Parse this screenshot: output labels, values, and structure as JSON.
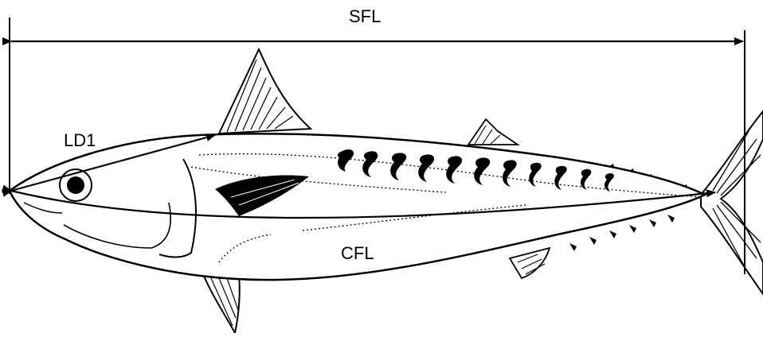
{
  "labels": {
    "sfl": "SFL",
    "ld1": "LD1",
    "cfl": "CFL"
  },
  "colors": {
    "ink": "#000000",
    "background": "#ffffff"
  }
}
